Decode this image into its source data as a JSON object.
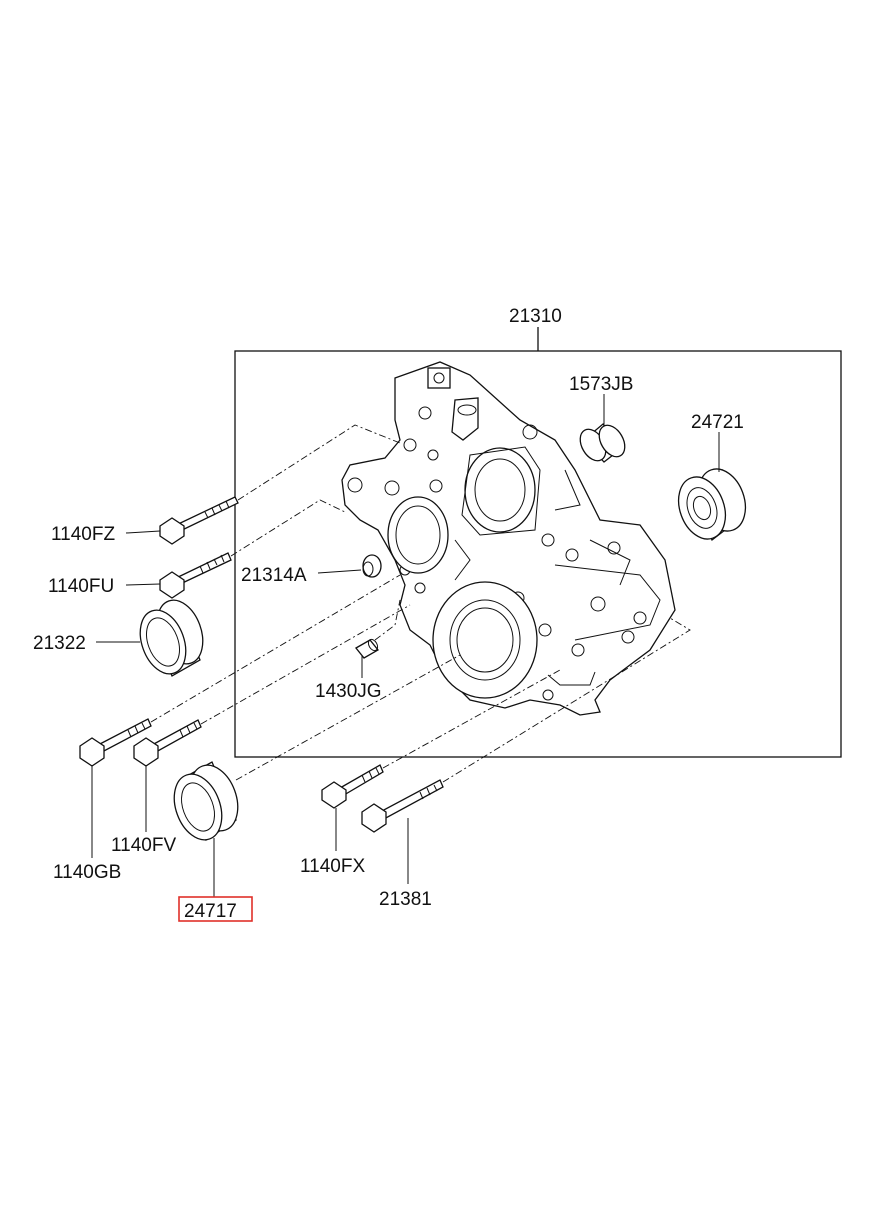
{
  "parts": {
    "p21310": "21310",
    "p1573JB": "1573JB",
    "p24721": "24721",
    "p1140FZ": "1140FZ",
    "p1140FU": "1140FU",
    "p21314A": "21314A",
    "p21322": "21322",
    "p1430JG": "1430JG",
    "p1140GB": "1140GB",
    "p1140FV": "1140FV",
    "p24717": "24717",
    "p1140FX": "1140FX",
    "p21381": "21381"
  },
  "highlight": {
    "part": "24717",
    "color": "#e0302a"
  },
  "line_color": "#111111"
}
